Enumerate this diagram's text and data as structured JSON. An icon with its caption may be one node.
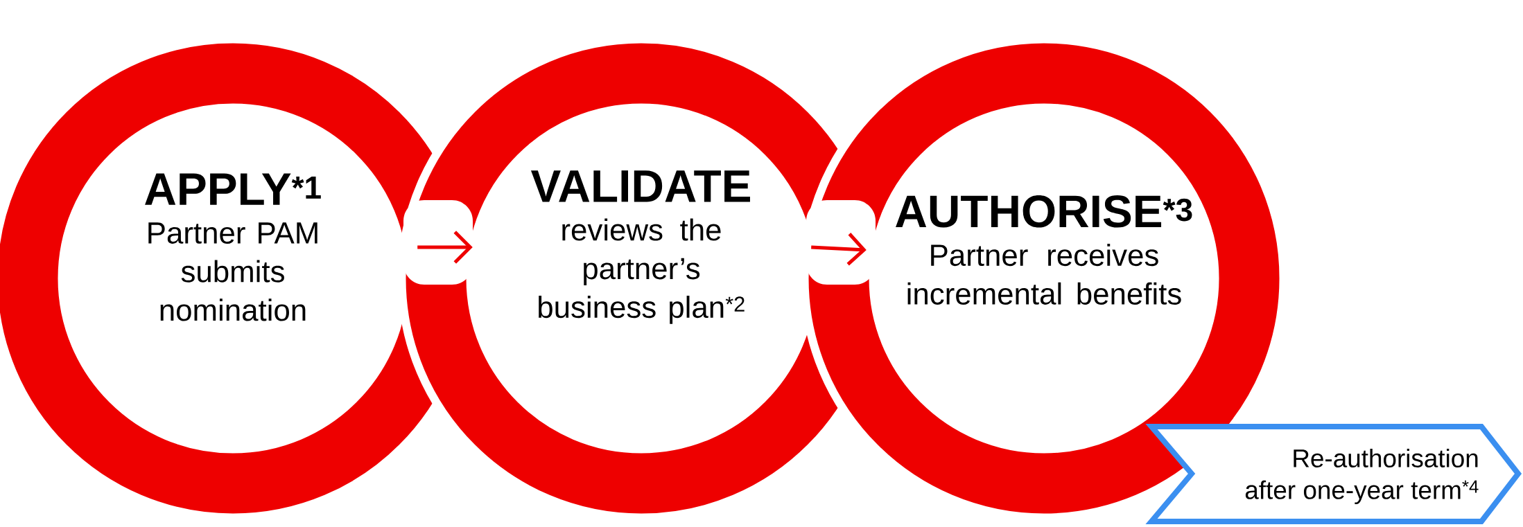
{
  "diagram": {
    "nodes": [
      {
        "text": [
          "APPLY$^{*1}$",
          "Partner PAM submits nomination"
        ]
      },
      {
        "text": [
          "VALIDATE",
          "reviews the partner’s business plan$^{*2}$"
        ]
      },
      {
        "text": [
          "AUTHORISE$^{*3}$",
          "Partner receives incremental benefits"
        ]
      },
      {
        "text": [
          "Re-authorisation after one-year term$^{*4}$"
        ]
      }
    ],
    "edges": [
      {
        "from": 0,
        "to": 1,
        "arrow": "to"
      },
      {
        "from": 1,
        "to": 2,
        "arrow": "to"
      }
    ]
  }
}
